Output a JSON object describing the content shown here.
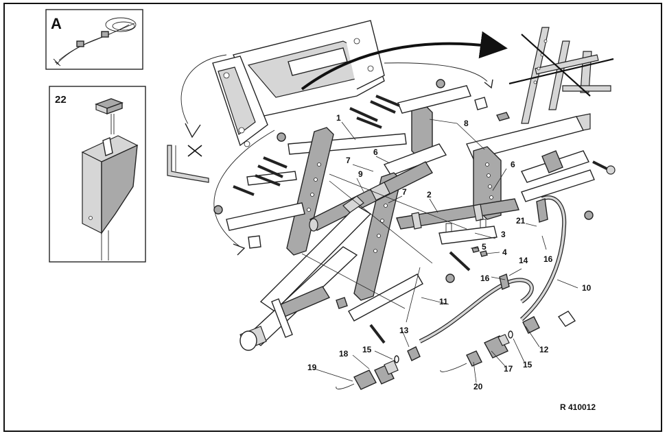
{
  "inset_a": {
    "label": "A"
  },
  "inset_22": {
    "label": "22"
  },
  "reference": "R 410012",
  "callouts": [
    {
      "id": "c1",
      "text": "1"
    },
    {
      "id": "c2",
      "text": "2"
    },
    {
      "id": "c3",
      "text": "3"
    },
    {
      "id": "c4",
      "text": "4"
    },
    {
      "id": "c5",
      "text": "5"
    },
    {
      "id": "c6a",
      "text": "6"
    },
    {
      "id": "c6b",
      "text": "6"
    },
    {
      "id": "c7a",
      "text": "7"
    },
    {
      "id": "c7b",
      "text": "7"
    },
    {
      "id": "c8",
      "text": "8"
    },
    {
      "id": "c9",
      "text": "9"
    },
    {
      "id": "c10",
      "text": "10"
    },
    {
      "id": "c11",
      "text": "11"
    },
    {
      "id": "c12",
      "text": "12"
    },
    {
      "id": "c13",
      "text": "13"
    },
    {
      "id": "c14",
      "text": "14"
    },
    {
      "id": "c15a",
      "text": "15"
    },
    {
      "id": "c15b",
      "text": "15"
    },
    {
      "id": "c16a",
      "text": "16"
    },
    {
      "id": "c16b",
      "text": "16"
    },
    {
      "id": "c17",
      "text": "17"
    },
    {
      "id": "c18",
      "text": "18"
    },
    {
      "id": "c19",
      "text": "19"
    },
    {
      "id": "c20",
      "text": "20"
    },
    {
      "id": "c21",
      "text": "21"
    }
  ]
}
